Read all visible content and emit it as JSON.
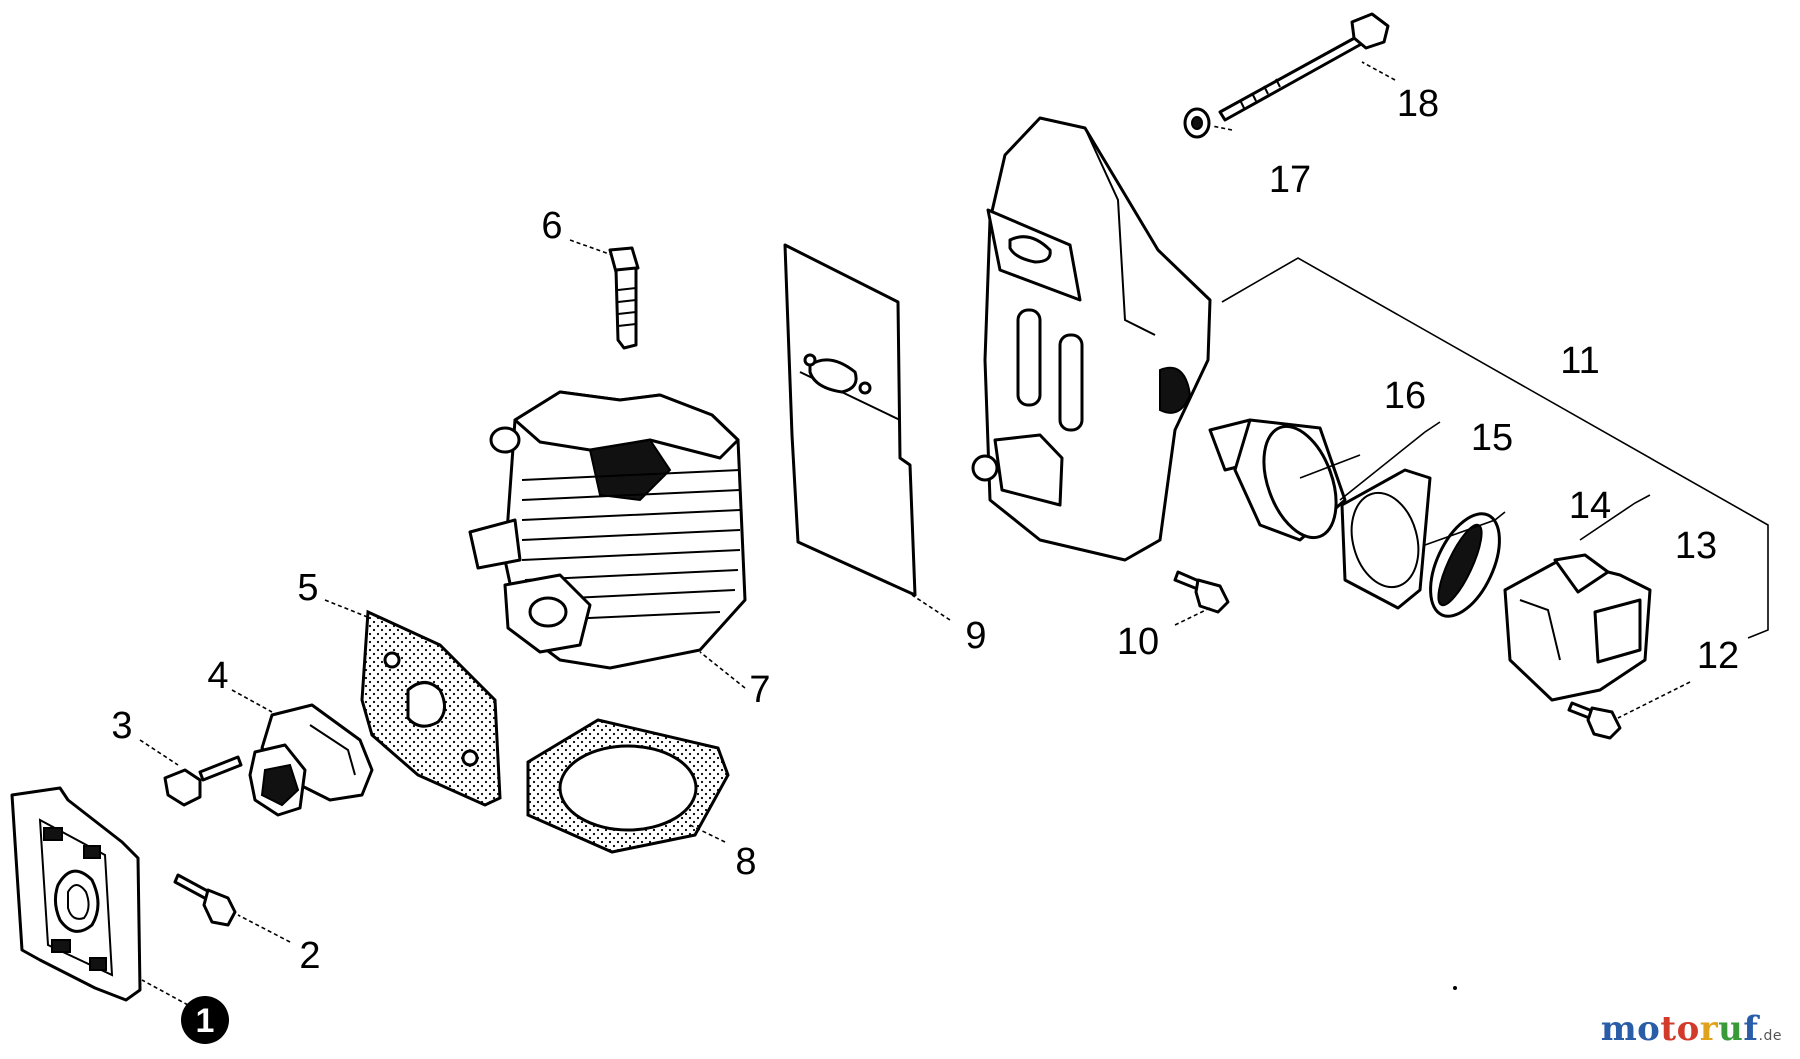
{
  "callouts": [
    {
      "id": "c1",
      "number": "1"
    },
    {
      "id": "c2",
      "number": "2"
    },
    {
      "id": "c3",
      "number": "3"
    },
    {
      "id": "c4",
      "number": "4"
    },
    {
      "id": "c5",
      "number": "5"
    },
    {
      "id": "c6",
      "number": "6"
    },
    {
      "id": "c7",
      "number": "7"
    },
    {
      "id": "c8",
      "number": "8"
    },
    {
      "id": "c9",
      "number": "9"
    },
    {
      "id": "c10",
      "number": "10"
    },
    {
      "id": "c11",
      "number": "11"
    },
    {
      "id": "c12",
      "number": "12"
    },
    {
      "id": "c13",
      "number": "13"
    },
    {
      "id": "c14",
      "number": "14"
    },
    {
      "id": "c15",
      "number": "15"
    },
    {
      "id": "c16",
      "number": "16"
    },
    {
      "id": "c17",
      "number": "17"
    },
    {
      "id": "c18",
      "number": "18"
    }
  ],
  "watermark": {
    "part1": "mo",
    "part2": "to",
    "part3": "r",
    "part4": "u",
    "part5": "f",
    "suffix": ".de"
  }
}
